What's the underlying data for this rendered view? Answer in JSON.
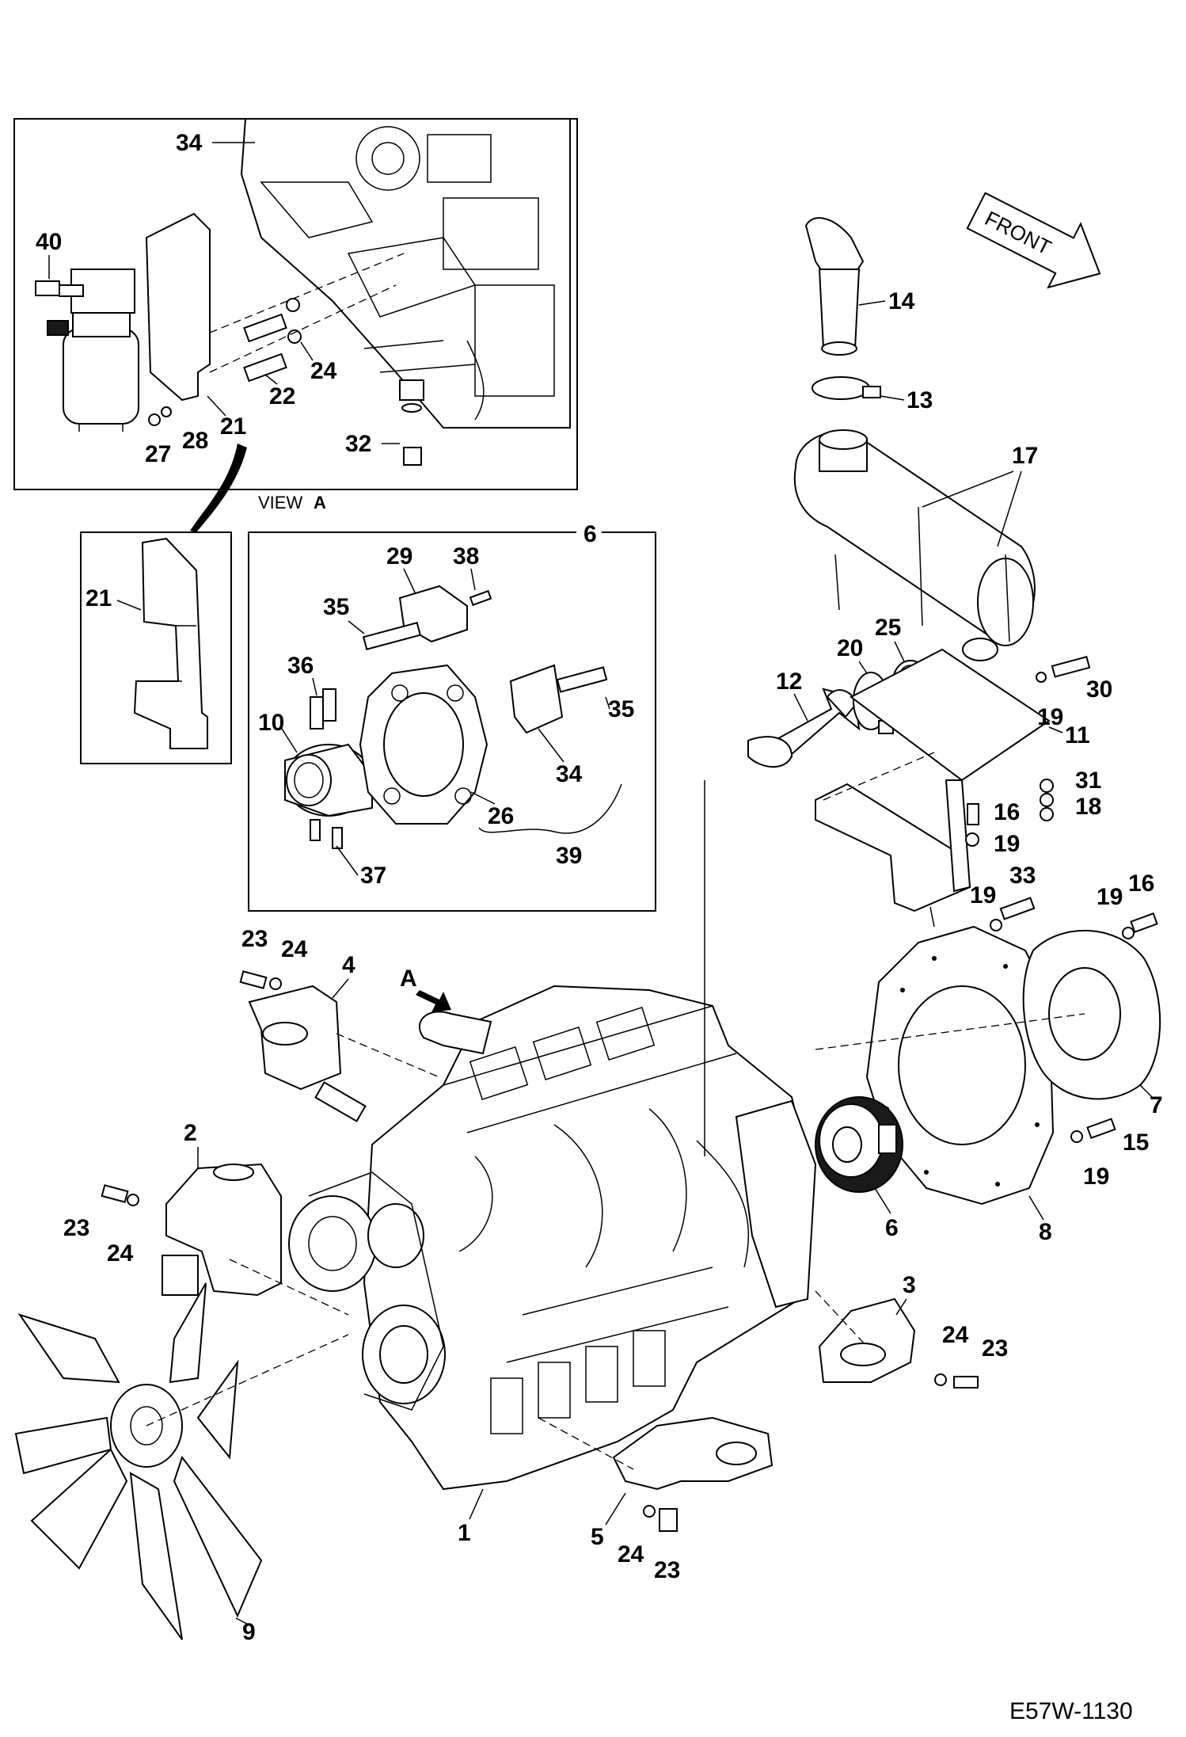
{
  "view_a_label": "VIEW",
  "view_a_letter": "A",
  "view_a_marker": "A",
  "front_label": "FRONT",
  "drawing_code": "E57W-1130",
  "coupling_group_label": "6",
  "callouts": {
    "c1": "1",
    "c2": "2",
    "c3": "3",
    "c4": "4",
    "c5": "5",
    "c6": "6",
    "c7": "7",
    "c8": "8",
    "c9": "9",
    "c10": "10",
    "c11": "11",
    "c12": "12",
    "c13": "13",
    "c14": "14",
    "c15": "15",
    "c16": "16",
    "c17": "17",
    "c18": "18",
    "c19": "19",
    "c20": "20",
    "c21": "21",
    "c22": "22",
    "c23": "23",
    "c24": "24",
    "c25": "25",
    "c26": "26",
    "c27": "27",
    "c28": "28",
    "c29": "29",
    "c30": "30",
    "c31": "31",
    "c32": "32",
    "c33": "33",
    "c34": "34",
    "c35": "35",
    "c36": "36",
    "c37": "37",
    "c38": "38",
    "c39": "39",
    "c40": "40"
  }
}
